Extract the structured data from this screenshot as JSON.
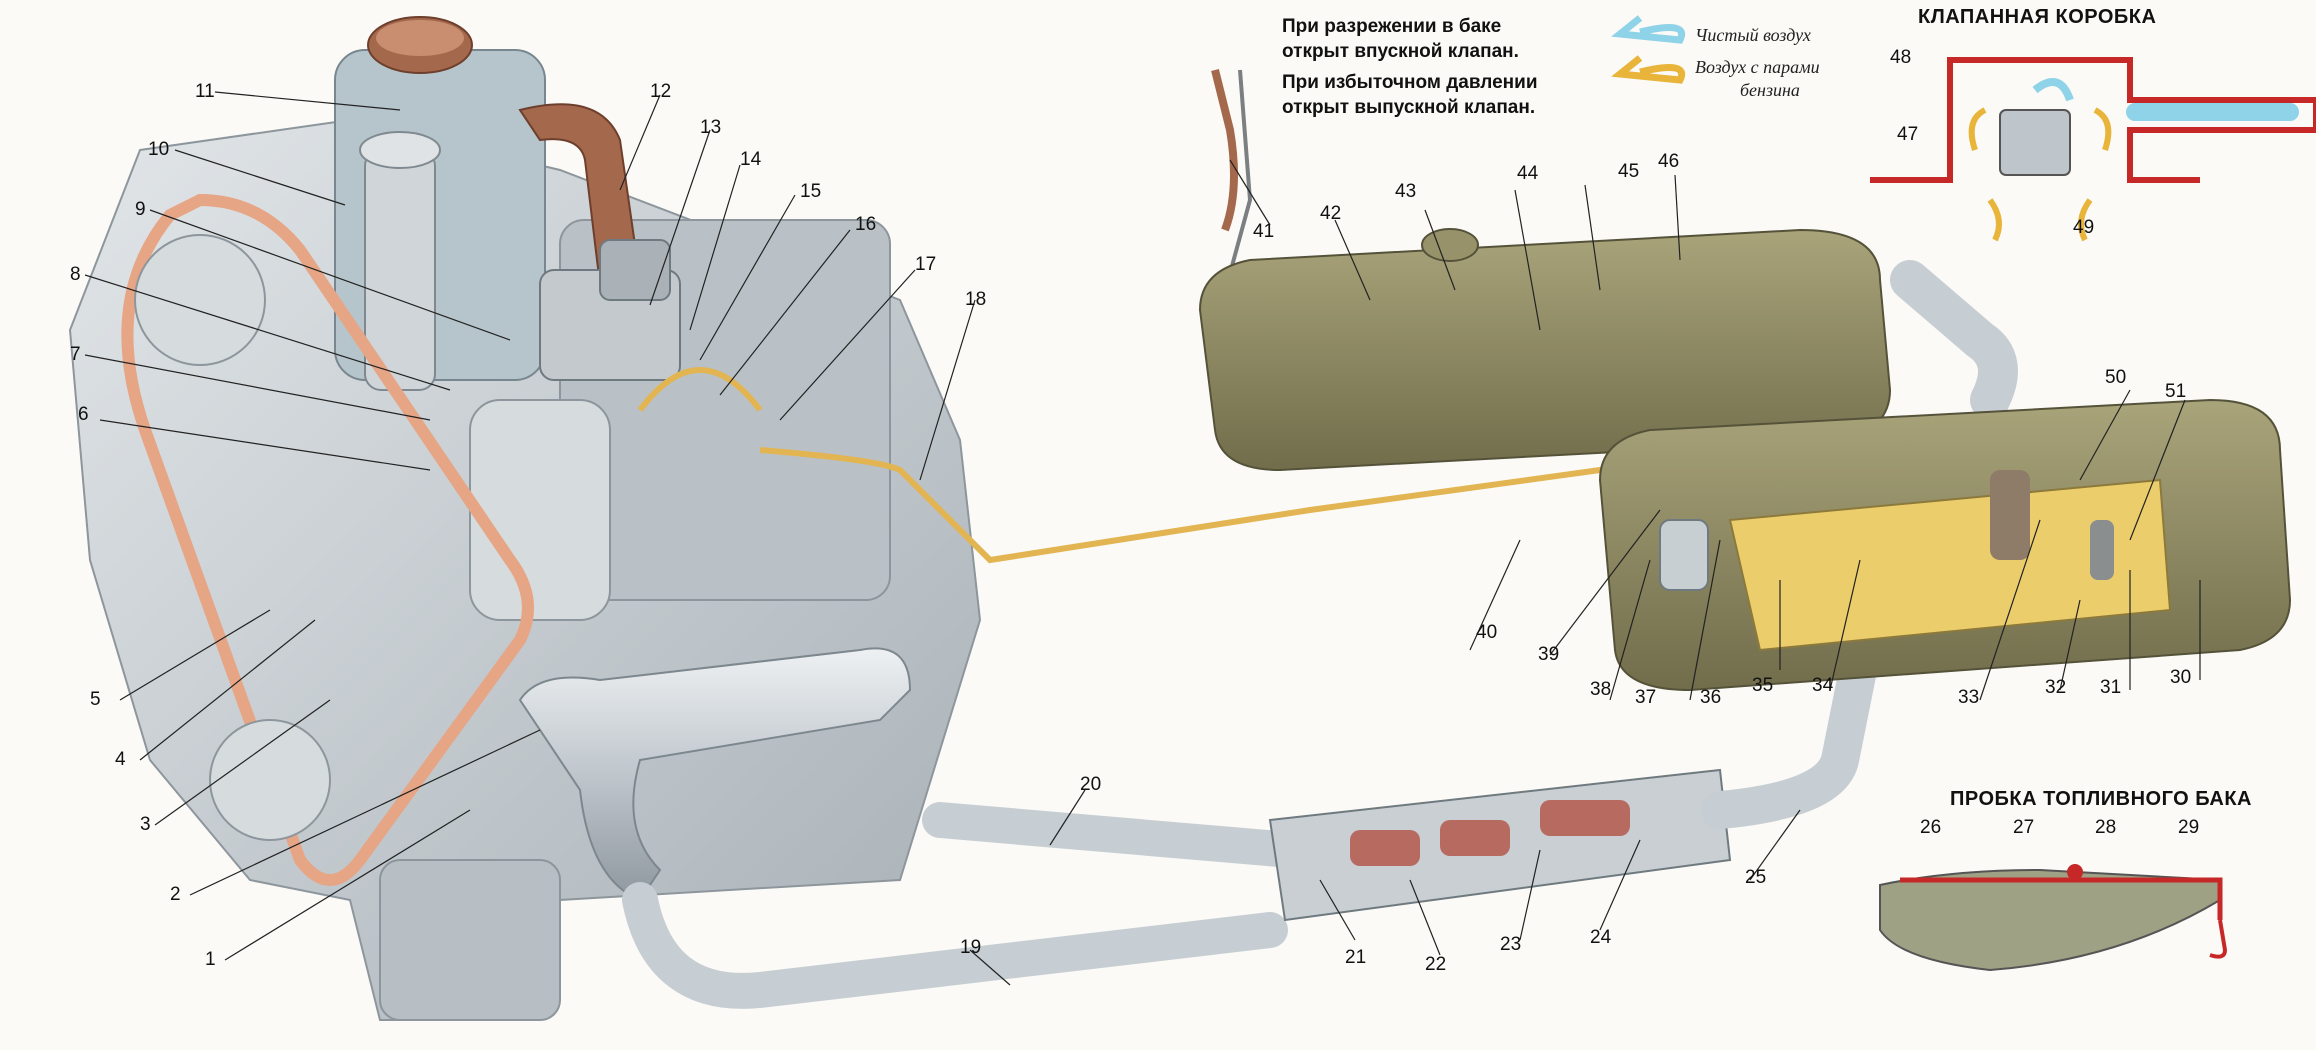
{
  "notes": {
    "vacuum_line1": "При разрежении в баке",
    "vacuum_line2": "открыт впускной клапан.",
    "pressure_line1": "При избыточном давлении",
    "pressure_line2": "открыт выпускной клапан."
  },
  "legend": {
    "clean_air": "Чистый воздух",
    "vapor_line1": "Воздух с парами",
    "vapor_line2": "бензина"
  },
  "insets": {
    "valve_box_title": "КЛАПАННАЯ КОРОБКА",
    "filler_cap_title": "ПРОБКА ТОПЛИВНОГО БАКА"
  },
  "colors": {
    "clean_air": "#8fd3e8",
    "vapor_air": "#e8b53a",
    "tank": "#8e8a62",
    "engine": "#c9cfd3",
    "belt": "#e6a585",
    "copper": "#a4684c",
    "fuel": "#e9c15e",
    "exhaust": "#c3c9cf",
    "valve_red": "#c62828"
  },
  "callouts": [
    "1",
    "2",
    "3",
    "4",
    "5",
    "6",
    "7",
    "8",
    "9",
    "10",
    "11",
    "12",
    "13",
    "14",
    "15",
    "16",
    "17",
    "18",
    "19",
    "20",
    "21",
    "22",
    "23",
    "24",
    "25",
    "26",
    "27",
    "28",
    "29",
    "30",
    "31",
    "32",
    "33",
    "34",
    "35",
    "36",
    "37",
    "38",
    "39",
    "40",
    "41",
    "42",
    "43",
    "44",
    "45",
    "46",
    "47",
    "48",
    "49",
    "50",
    "51"
  ]
}
